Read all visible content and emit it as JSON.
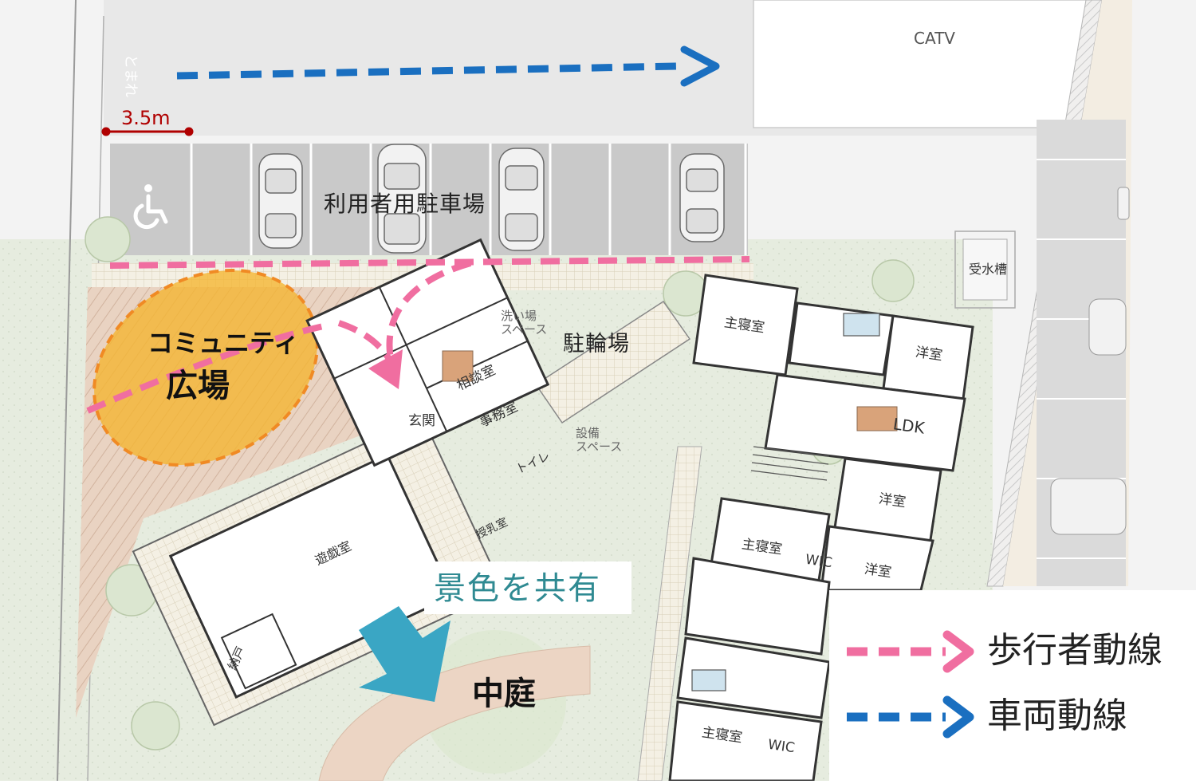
{
  "labels": {
    "catv": "CATV",
    "tomare": "とまれ",
    "dimension": "3.5m",
    "parking": "利用者用駐車場",
    "water_tank": "受水槽",
    "community_line1": "コミュニティ",
    "community_line2": "広場",
    "washing_line1": "洗い場",
    "washing_line2": "スペース",
    "bicycle": "駐輪場",
    "consultation": "相談室",
    "entrance": "玄関",
    "office": "事務室",
    "equipment_line1": "設備",
    "equipment_line2": "スペース",
    "toilet": "トイレ",
    "nursing": "授乳室",
    "playroom": "遊戯室",
    "storage": "納戸",
    "view_share": "景色を共有",
    "courtyard": "中庭",
    "master_bed_1": "主寝室",
    "western_1": "洋室",
    "ldk": "LDK",
    "western_2": "洋室",
    "master_bed_2": "主寝室",
    "wic_1": "WIC",
    "western_3": "洋室",
    "master_bed_3": "主寝室",
    "wic_2": "WIC"
  },
  "legend": {
    "pedestrian": "歩行者動線",
    "vehicle": "車両動線"
  },
  "colors": {
    "pedestrian": "#f06ea0",
    "vehicle": "#1a6fc0",
    "community_fill": "#f5b52e",
    "community_stroke": "#f08a24",
    "view_arrow": "#3aa6c4",
    "dimension": "#b00000",
    "parking_stall": "#c9c9c9"
  },
  "icons": {
    "accessible": "wheelchair-icon",
    "car": "car-icon"
  }
}
